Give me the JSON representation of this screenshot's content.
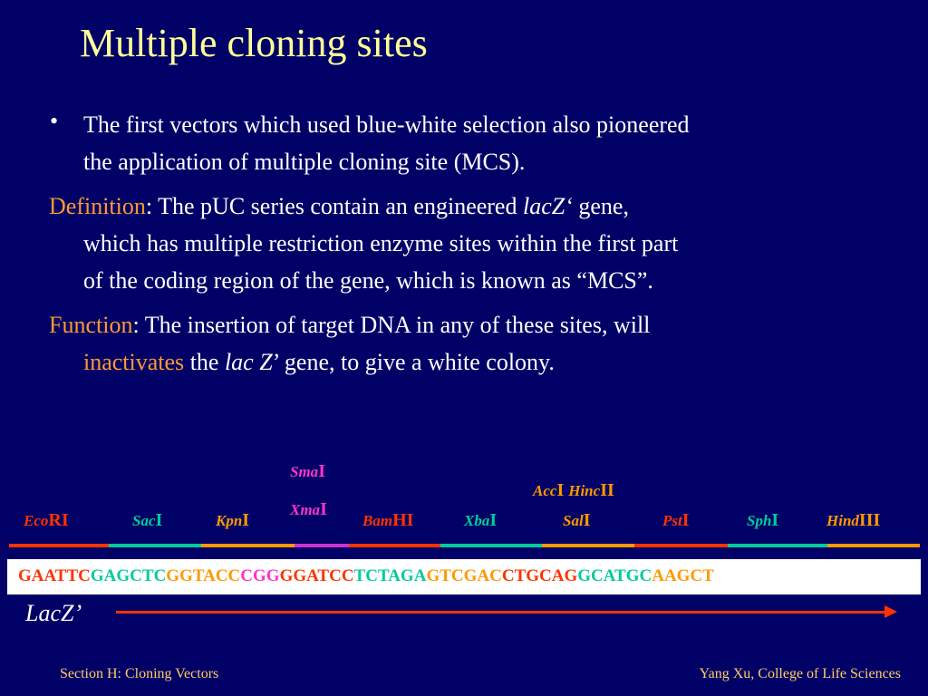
{
  "slide": {
    "title": "Multiple cloning sites",
    "bullet_char": "•",
    "bullet": {
      "line1": "The first vectors which used blue-white selection also pioneered",
      "line2": "the application of multiple cloning site (MCS)."
    },
    "definition": {
      "label": "Definition",
      "line1_a": ": The pUC series contain an engineered ",
      "line1_italic": "lacZ‘",
      "line1_b": " gene,",
      "line2": "which has multiple restriction enzyme sites within the first part",
      "line3": "of the coding region of the gene, which is known as “MCS”."
    },
    "function": {
      "label": "Function",
      "line1": ": The insertion of target DNA in any of these sites, will",
      "line2_orange": "inactivates",
      "line2_a": " the ",
      "line2_italic": "lac Z",
      "line2_b": "’ gene, to give a white colony."
    }
  },
  "enzymes": {
    "eco": {
      "italic": "Eco",
      "suffix": "RI",
      "color": "#ff3300"
    },
    "sac": {
      "italic": "Sac",
      "suffix": "I",
      "color": "#00cc99"
    },
    "kpn": {
      "italic": "Kpn",
      "suffix": "I",
      "color": "#ff9900"
    },
    "sma": {
      "italic": "Sma",
      "suffix": "I",
      "color": "#ff33cc"
    },
    "xma": {
      "italic": "Xma",
      "suffix": "I",
      "color": "#ff33cc"
    },
    "bam": {
      "italic": "Bam",
      "suffix": "HI",
      "color": "#ff3300"
    },
    "xba": {
      "italic": "Xba",
      "suffix": "I",
      "color": "#00cc99"
    },
    "acc": {
      "italic": "Acc",
      "suffix": "I",
      "color": "#ff9900"
    },
    "hinc": {
      "italic": "Hinc",
      "suffix": "II",
      "color": "#ff9900"
    },
    "sal": {
      "italic": "Sal",
      "suffix": "I",
      "color": "#ff9900"
    },
    "pst": {
      "italic": "Pst",
      "suffix": "I",
      "color": "#ff3300"
    },
    "sph": {
      "italic": "Sph",
      "suffix": "I",
      "color": "#00cc99"
    },
    "hind": {
      "italic": "Hind",
      "suffix": "III",
      "color": "#ff9900"
    }
  },
  "sequence": [
    {
      "text": "GAATTC",
      "color": "#ff3300"
    },
    {
      "text": "GAGCTC",
      "color": "#00cc99"
    },
    {
      "text": "GGTACC",
      "color": "#ff9900"
    },
    {
      "text": "CGG",
      "color": "#ff33cc"
    },
    {
      "text": "GGATCC",
      "color": "#ff3300"
    },
    {
      "text": "TCTAGA",
      "color": "#00cc99"
    },
    {
      "text": "GTCGAC",
      "color": "#ff9900"
    },
    {
      "text": "CTGCAG",
      "color": "#ff3300"
    },
    {
      "text": "GCATGC",
      "color": "#00cc99"
    },
    {
      "text": "AAGCT",
      "color": "#ff9900"
    }
  ],
  "gene_label": "LacZ’",
  "footer": {
    "left": "Section H: Cloning Vectors",
    "right": "Yang Xu, College of Life Sciences"
  }
}
